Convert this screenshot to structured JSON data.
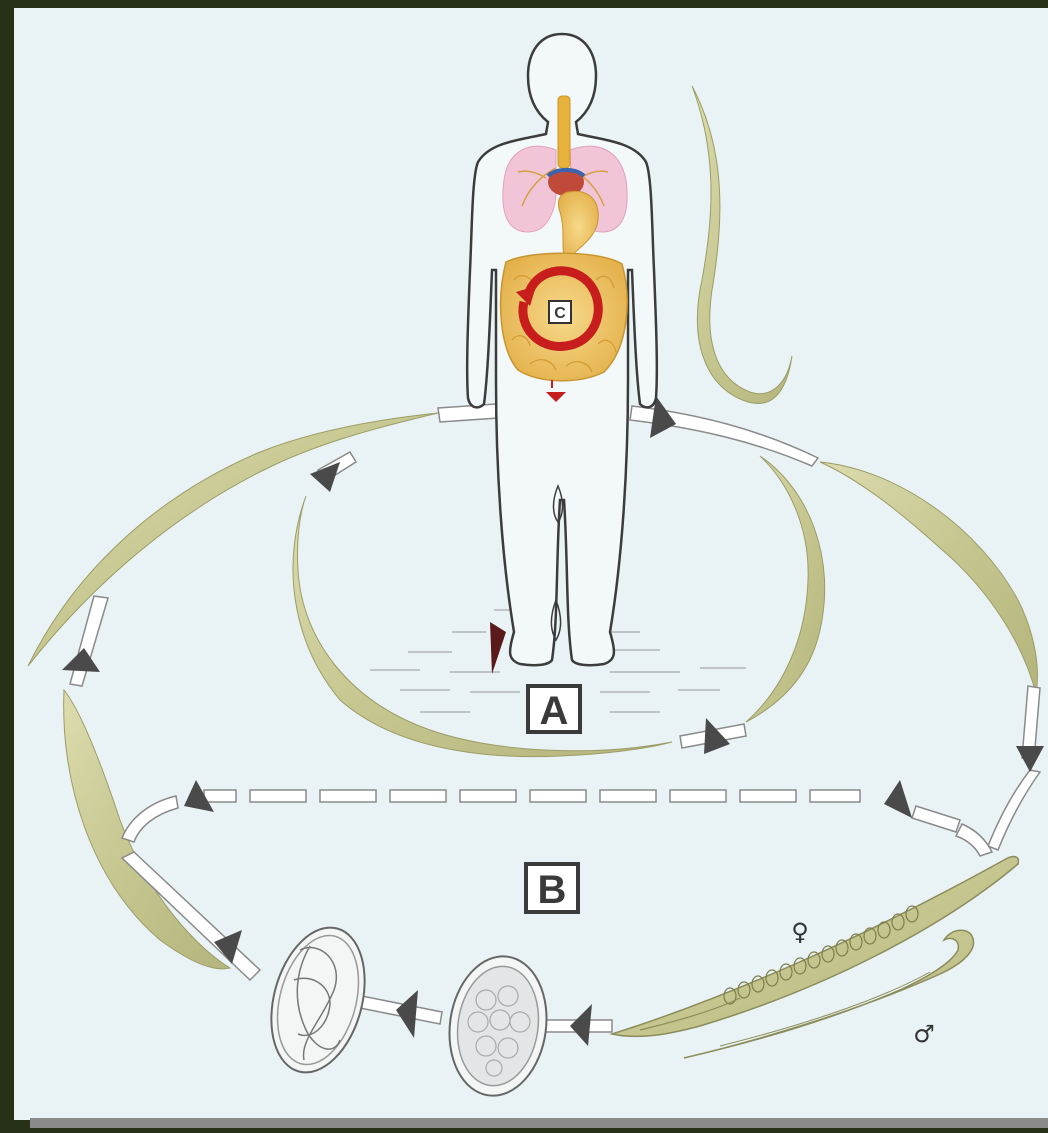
{
  "labels": {
    "a": "A",
    "b": "B",
    "c": "C",
    "female": "♀",
    "male": "♂"
  },
  "colors": {
    "frame": "#263118",
    "background": "#e9f3f6",
    "worm": "#cfcf9e",
    "worm_edge": "#8c8c5a",
    "arrow": "#4a4a4a",
    "cycle_ring": "#c81d1d",
    "lungs": "#f1c4d8",
    "gut": "#f2c862",
    "trachea": "#e7b23a"
  },
  "icons": [
    "human-body-outline",
    "lungs",
    "heart",
    "intestine",
    "cycle-ring-icon",
    "adult-female-worm",
    "adult-male-worm",
    "fertilized-egg",
    "embryonated-egg",
    "larva"
  ]
}
